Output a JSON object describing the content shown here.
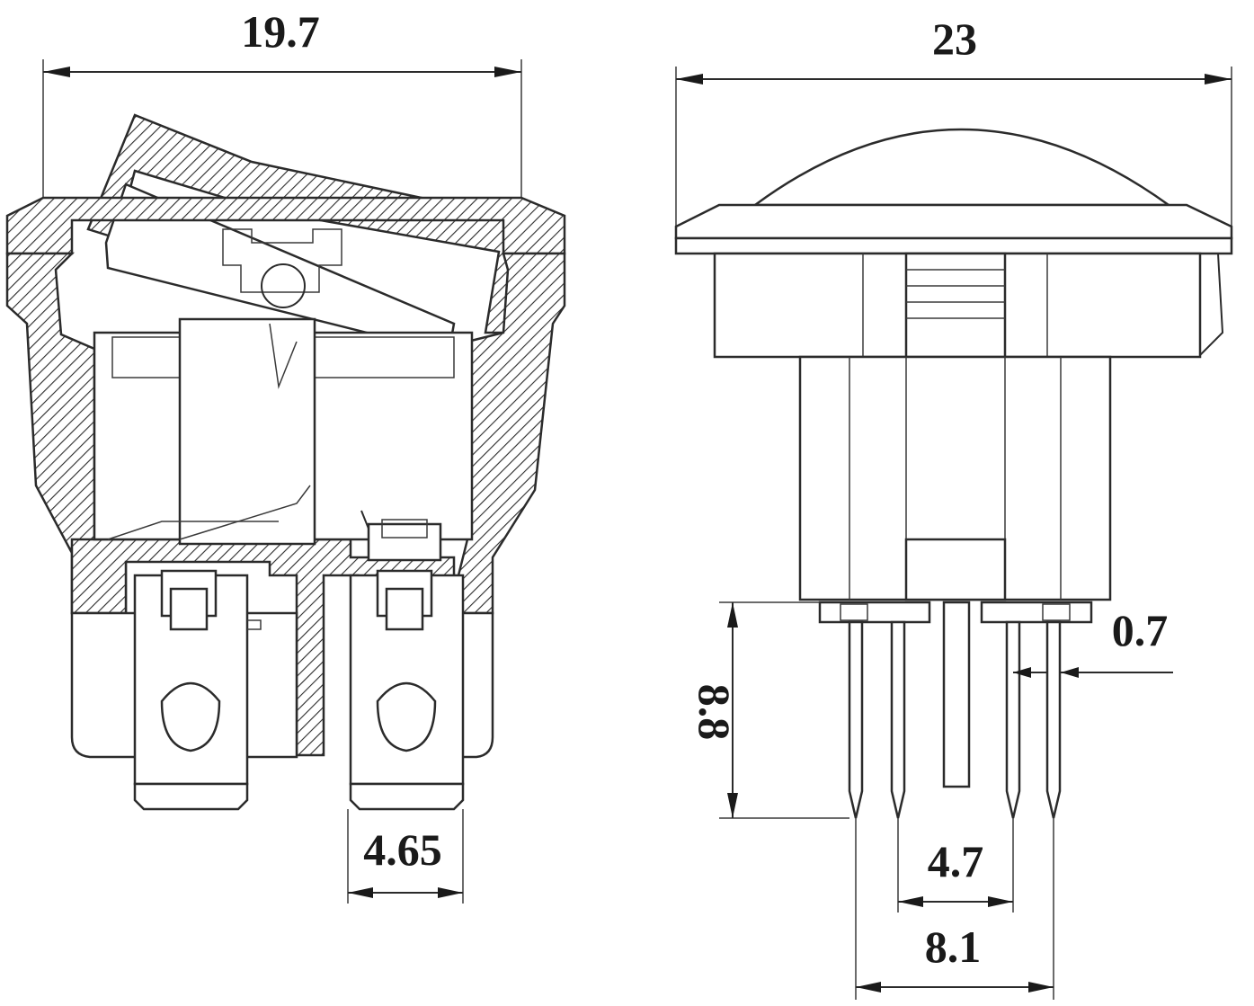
{
  "dimensions": {
    "left_width": "19.7",
    "right_width": "23",
    "pin_height": "8.8",
    "pin_thickness": "0.7",
    "terminal_width": "4.65",
    "inner_pin_spacing": "4.7",
    "outer_pin_spacing": "8.1"
  }
}
